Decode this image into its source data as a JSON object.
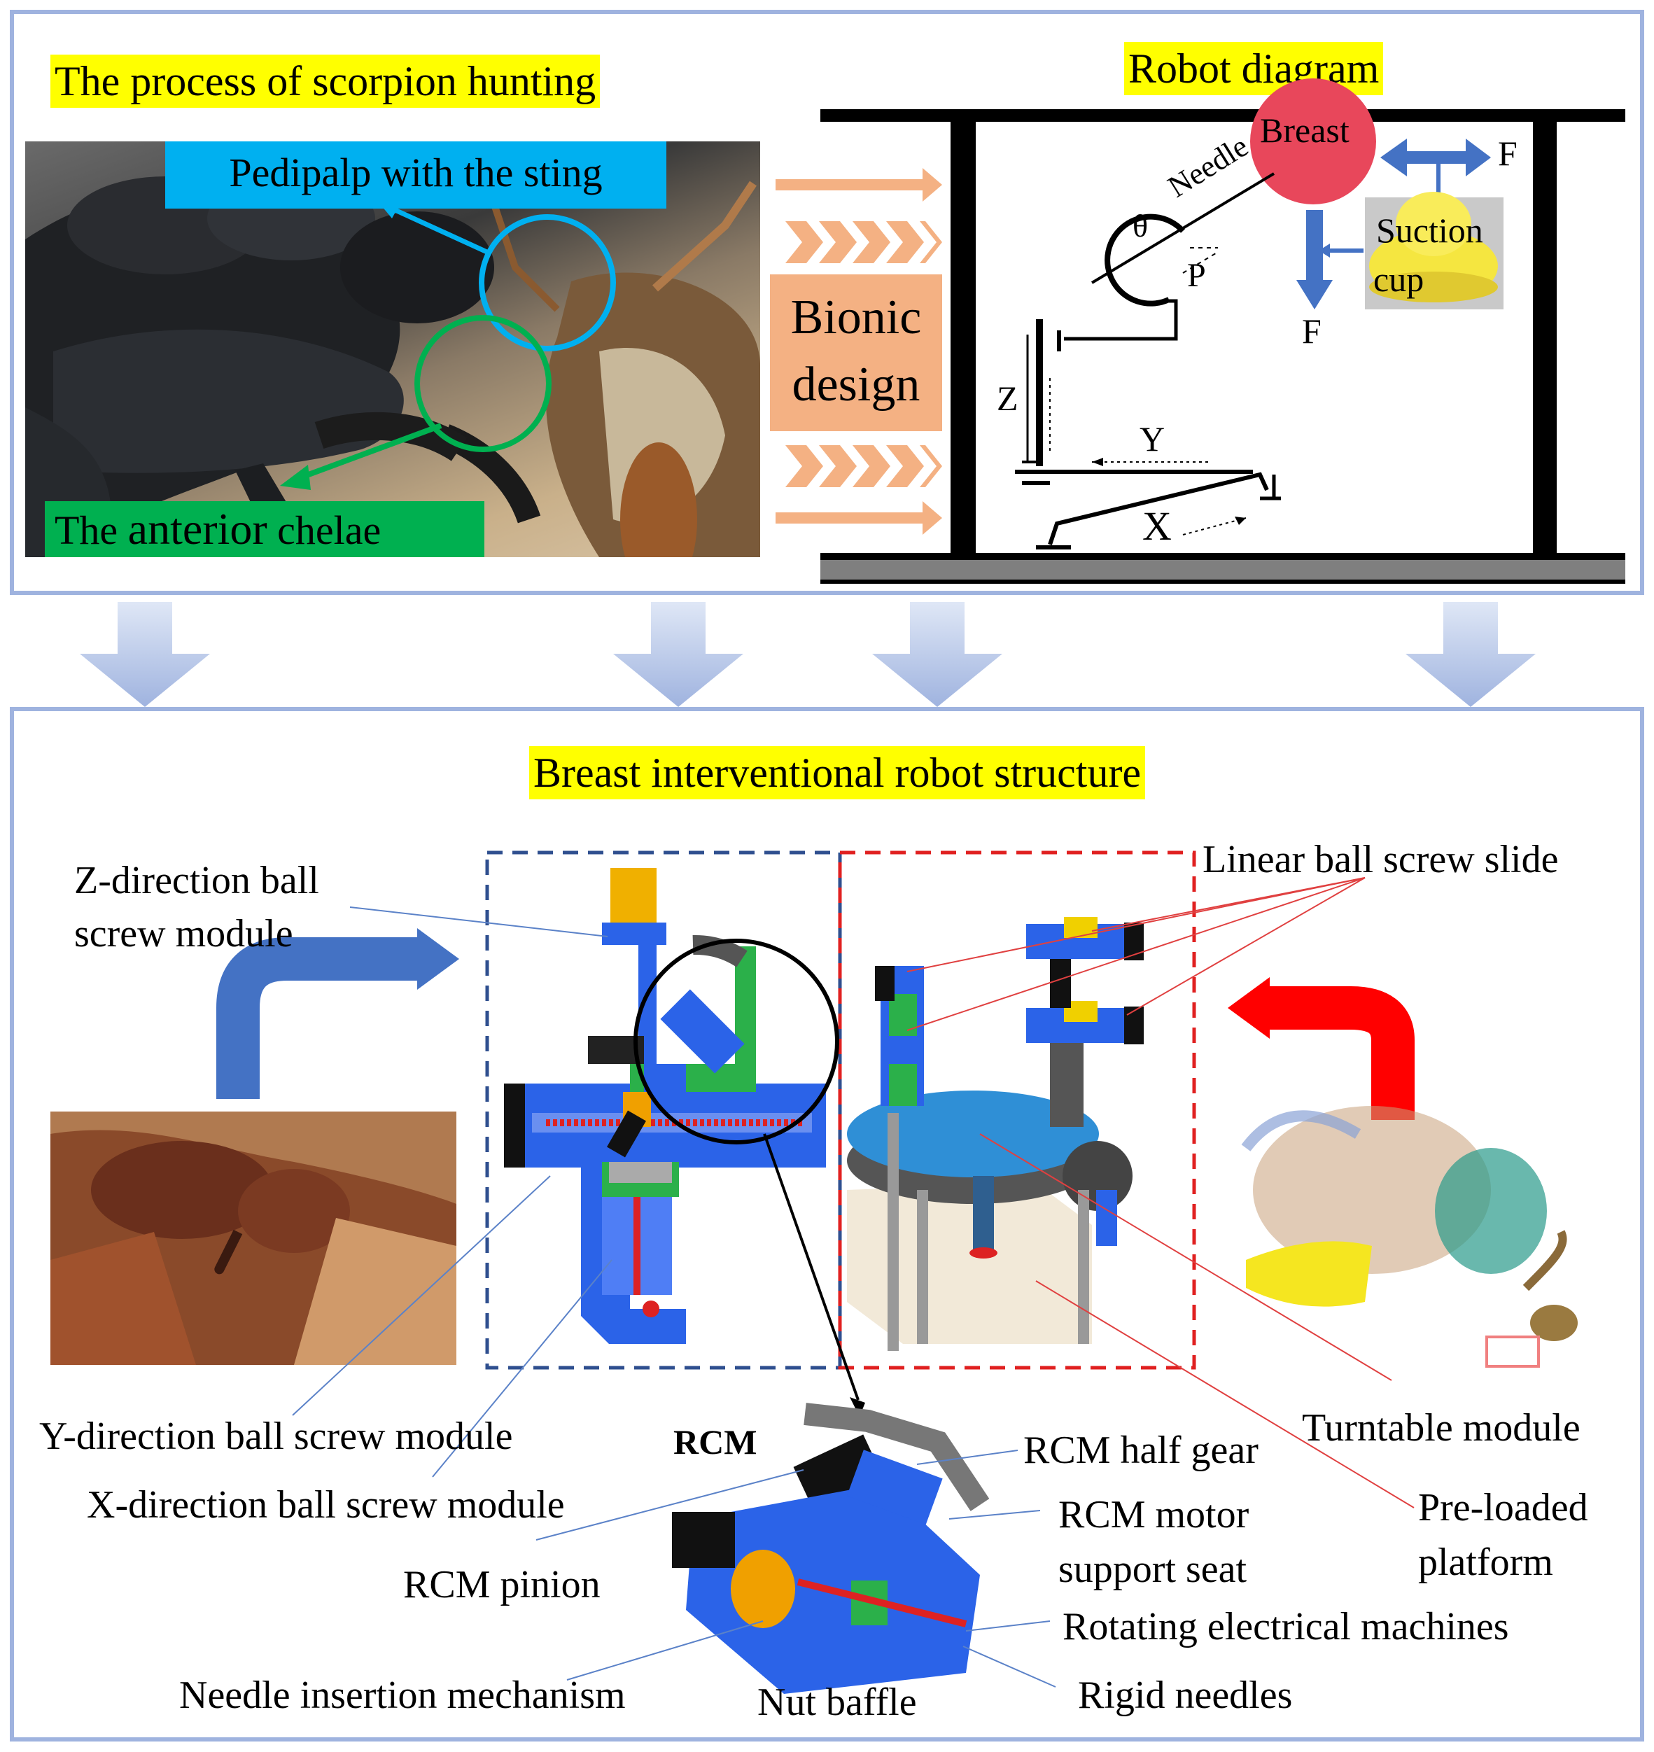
{
  "top": {
    "scorpion_title": "The process of scorpion hunting",
    "robot_title": "Robot diagram",
    "pedipalp_label": "Pedipalp with the sting",
    "chelae_label_part1": "The ",
    "chelae_label_part2": "anterior",
    "chelae_label_part3": " chelae",
    "bionic_line1": "Bionic",
    "bionic_line2": "design",
    "diagram": {
      "breast": "Breast",
      "needle": "Needle",
      "theta": "θ",
      "p": "P",
      "z": "Z",
      "y": "Y",
      "x": "X",
      "f_top": "F",
      "f_bottom": "F",
      "suction_line1": "Suction",
      "suction_line2": "cup"
    }
  },
  "bottom": {
    "title": "Breast interventional robot structure",
    "labels": {
      "z_module_line1": "Z-direction  ball",
      "z_module_line2": "screw  module",
      "linear_slide": "Linear  ball  screw  slide",
      "y_module": "Y-direction  ball  screw  module",
      "x_module": "X-direction  ball  screw  module",
      "rcm": "RCM",
      "rcm_pinion": "RCM  pinion",
      "needle_insertion": "Needle  insertion  mechanism",
      "nut_baffle": "Nut baffle",
      "rcm_half_gear": "RCM half gear",
      "rcm_motor_line1": "RCM  motor",
      "rcm_motor_line2": "support  seat",
      "rotating_machines": "Rotating  electrical  machines",
      "rigid_needles": "Rigid  needles",
      "turntable": "Turntable module",
      "preloaded_line1": "Pre-loaded",
      "preloaded_line2": "platform"
    }
  },
  "colors": {
    "panel_border": "#9fb3df",
    "highlight_yellow": "#ffff00",
    "pedipalp_blue": "#00b0f0",
    "chelae_green": "#00b050",
    "bionic_orange": "#f4b183",
    "breast_red": "#e8475b",
    "force_blue": "#4472c4",
    "arrow_blue_light": "#b4c7e7"
  }
}
